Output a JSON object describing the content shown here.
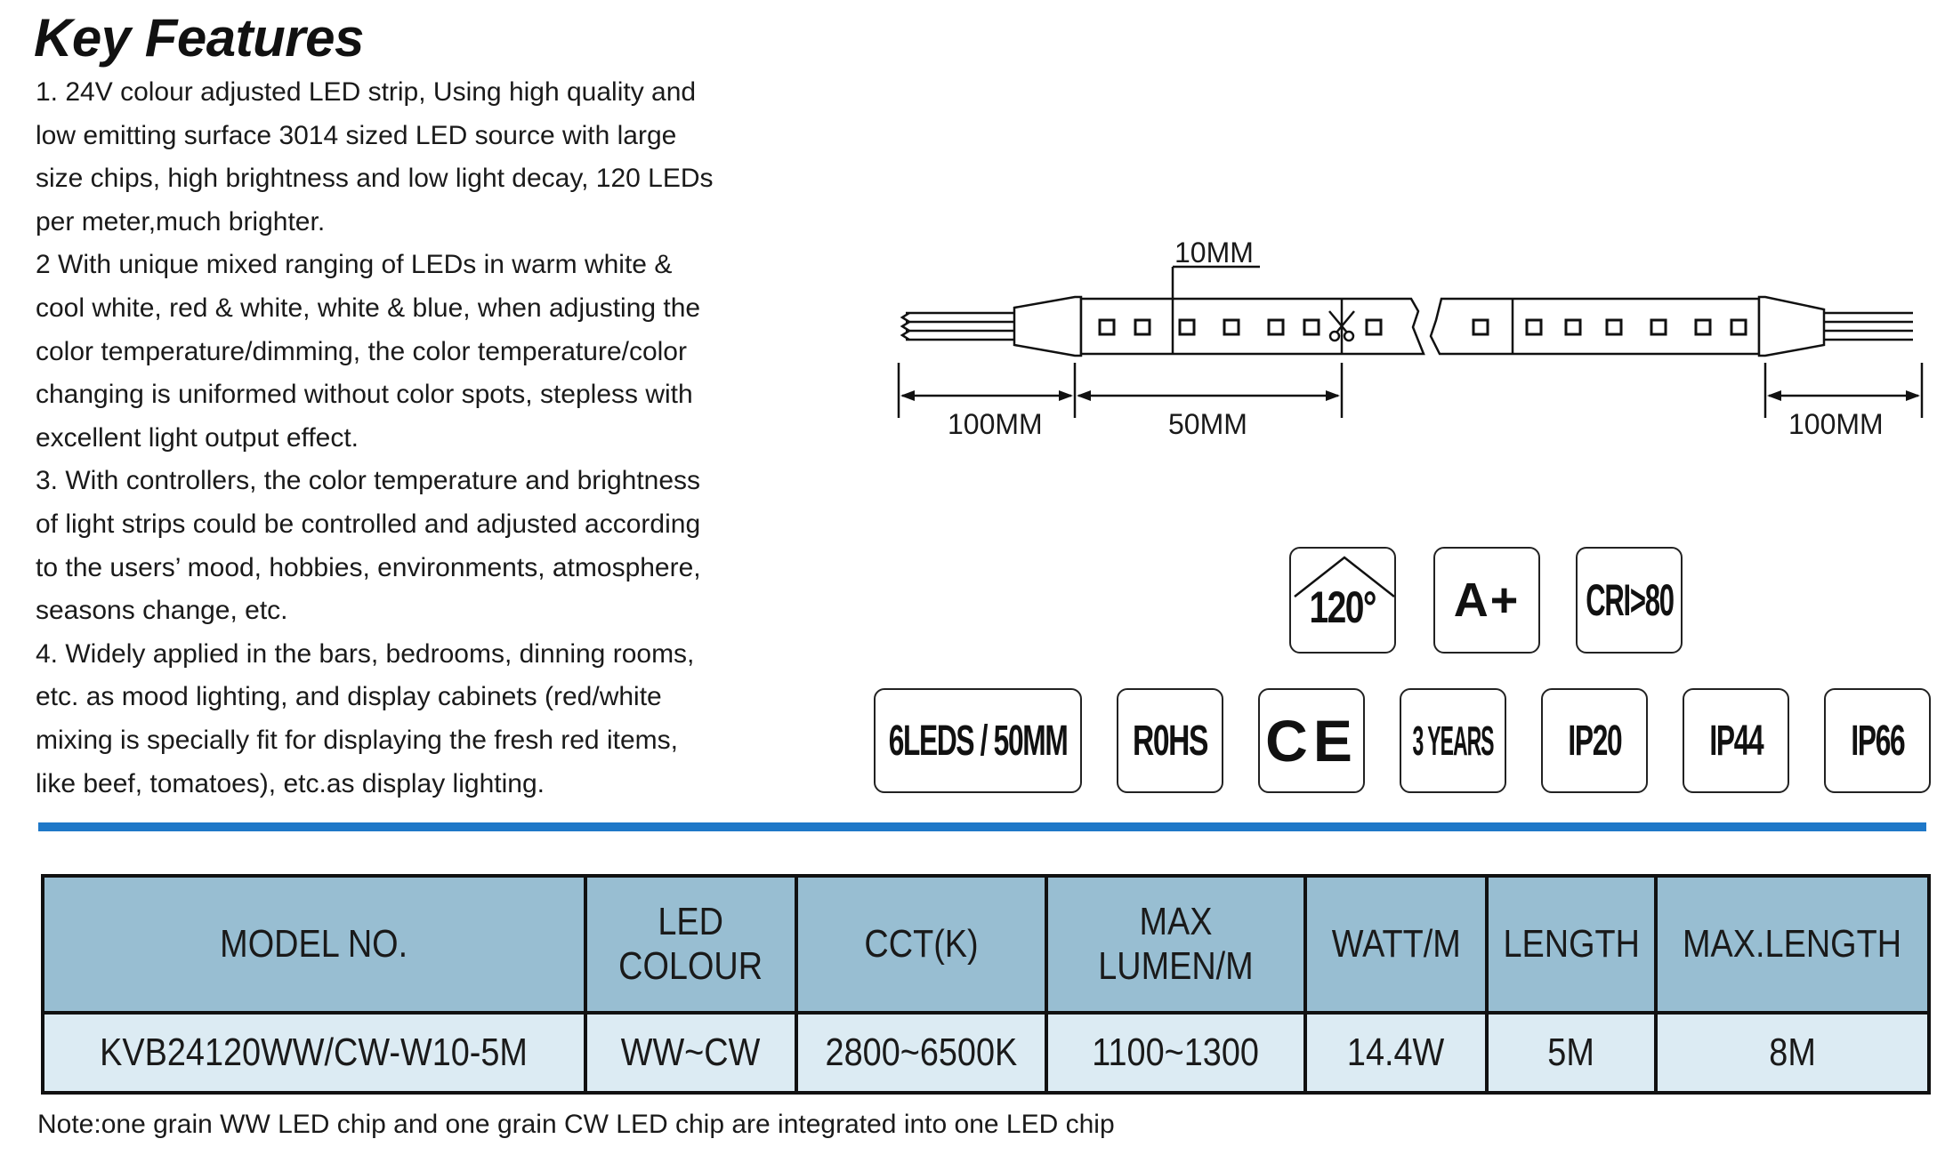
{
  "title": "Key Features",
  "features": [
    "1.    24V colour adjusted LED strip, Using high quality and",
    "low emitting surface 3014 sized LED source with large",
    "size chips, high brightness and low light decay, 120 LEDs",
    "per meter,much brighter.",
    "2 With unique mixed ranging of LEDs in warm white &",
    "cool white, red & white, white & blue, when adjusting the",
    "color temperature/dimming, the color temperature/color",
    "changing is uniformed without color spots, stepless with",
    "excellent light output effect.",
    "3. With controllers, the color temperature and brightness",
    "of light strips could be controlled and adjusted according",
    "to the users’ mood, hobbies, environments, atmosphere,",
    "seasons change, etc.",
    "4. Widely applied in the bars, bedrooms, dinning rooms,",
    "etc. as mood lighting, and display cabinets (red/white",
    "mixing is specially fit for displaying the fresh red items,",
    "like beef, tomatoes), etc.as display lighting."
  ],
  "diagram": {
    "segment_label": "10MM",
    "left_lead_label": "100MM",
    "cut_length_label": "50MM",
    "right_lead_label": "100MM"
  },
  "badges": {
    "row1": [
      "120°",
      "A+",
      "CRI>80"
    ],
    "row2": [
      "6LEDS / 50MM",
      "R0HS",
      "CE",
      "3 YEARS",
      "IP20",
      "IP44",
      "IP66"
    ]
  },
  "colors": {
    "rule": "#1f78c8",
    "header_bg": "#98bed2",
    "row_bg": "#dcebf3"
  },
  "table": {
    "headers": [
      "MODEL NO.",
      "LED\nCOLOUR",
      "CCT(K)",
      "MAX\nLUMEN/M",
      "WATT/M",
      "LENGTH",
      "MAX.LENGTH"
    ],
    "rows": [
      [
        "KVB24120WW/CW-W10-5M",
        "WW~CW",
        "2800~6500K",
        "1100~1300",
        "14.4W",
        "5M",
        "8M"
      ]
    ]
  },
  "note": "Note:one grain WW LED chip and one grain CW LED chip are integrated into one LED chip"
}
